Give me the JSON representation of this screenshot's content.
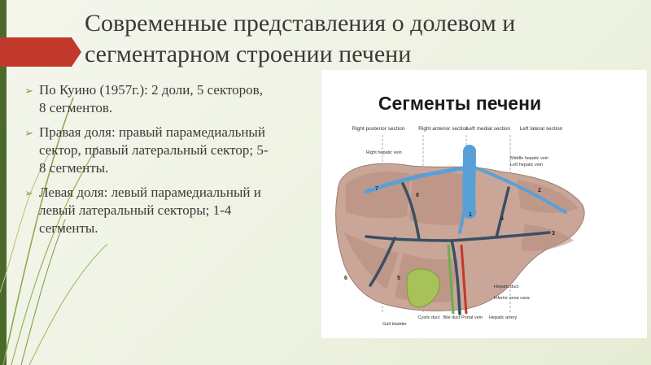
{
  "slide": {
    "title_line1": "Современные представления о долевом и",
    "title_line2": "сегментарном строении печени",
    "bullet_icon": "arrow-bullet-icon",
    "accent_color": "#c0392b",
    "bullets": [
      "По Куино (1957г.): 2 доли, 5 секторов, 8 сегментов.",
      "Правая доля: правый парамедиальный сектор, правый латеральный сектор; 5-8 сегменты.",
      "Левая доля: левый парамедиальный  и левый латеральный секторы; 1-4 сегменты."
    ]
  },
  "figure": {
    "title": "Сегменты печени",
    "sections": [
      "Right posterior section",
      "Right anterior section",
      "Left medial section",
      "Left lateral section"
    ],
    "veins": {
      "right": "Right hepatic vein",
      "middle": "Middle hepatic vein",
      "left": "Left hepatic vein"
    },
    "segments": [
      "1",
      "2",
      "3",
      "4",
      "5",
      "6",
      "7",
      "8"
    ],
    "right_labels": {
      "hepatic_duct": "Hepatic duct",
      "ivc": "Inferior vena cava",
      "hepatic_artery": "Hepatic artery"
    },
    "bottom_labels": {
      "gall_bladder": "Gall bladder",
      "cystic_duct": "Cystic duct",
      "bile_duct": "Bile duct",
      "portal_vein": "Portal vein"
    },
    "colors": {
      "vein": "#5aa0d8",
      "portal": "#3a4f63",
      "liver": "#c9a697",
      "gallbladder": "#a8c25a",
      "artery": "#c0392b"
    }
  }
}
